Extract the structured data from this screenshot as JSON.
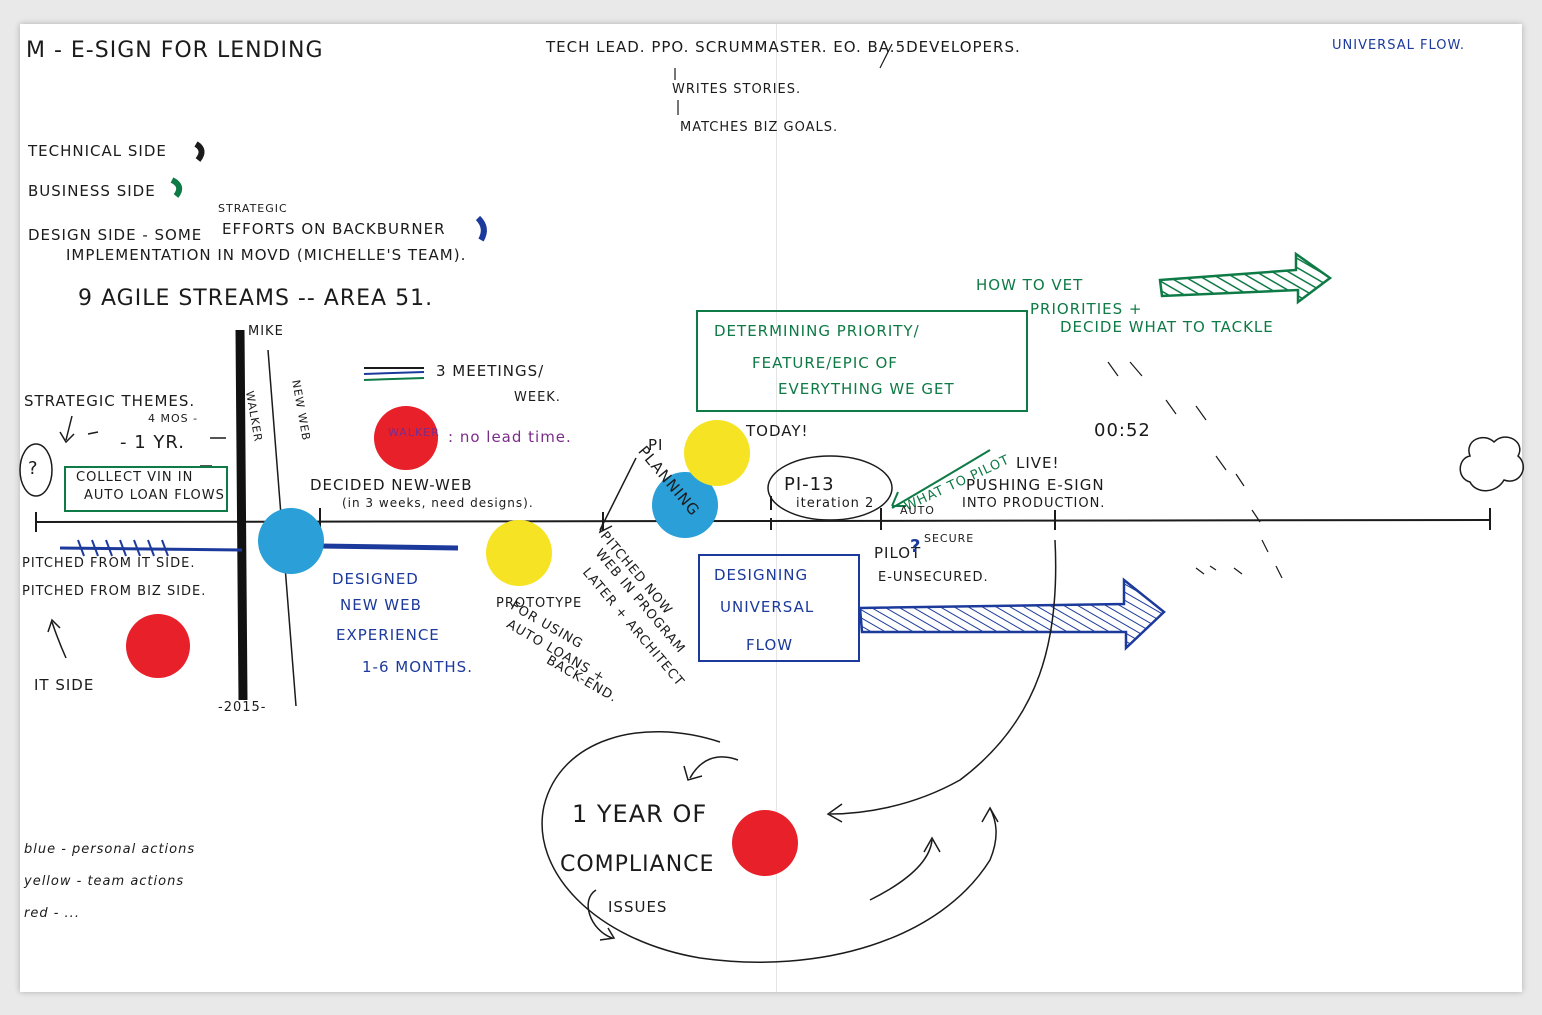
{
  "colors": {
    "black": "#1b1b1b",
    "green": "#0e7a45",
    "blue": "#1c3a9c",
    "purple": "#7b2c8a",
    "dot_red": "#e8202a",
    "dot_yellow": "#f6e323",
    "dot_blue": "#2a9fd8"
  },
  "header": {
    "title": "M - E-SIGN FOR LENDING",
    "team": "TECH LEAD. PPO. SCRUMMASTER. EO. BA.5DEVELOPERS.",
    "po_writes": "WRITES STORIES.",
    "po_matches": "MATCHES BIZ GOALS.",
    "universal_flow": "UNIVERSAL FLOW."
  },
  "sides": {
    "technical": "TECHNICAL SIDE",
    "business": "BUSINESS SIDE",
    "design_prefix": "DESIGN SIDE - SOME",
    "design_strategic": "STRATEGIC",
    "design_suffix": "EFFORTS ON BACKBURNER",
    "design_line2": "IMPLEMENTATION IN MOVD (MICHELLE'S TEAM).",
    "agile": "9 AGILE STREAMS -- AREA 51."
  },
  "left": {
    "strategic_themes": "STRATEGIC THEMES.",
    "duration_a": "4 MOS -",
    "duration_b": "- 1 YR.",
    "question": "?",
    "collect_vin_1": "COLLECT VIN IN",
    "collect_vin_2": "AUTO LOAN FLOWS",
    "pitched_it": "PITCHED FROM IT SIDE.",
    "pitched_biz": "PITCHED FROM BIZ SIDE.",
    "it_side": "IT SIDE"
  },
  "mike": {
    "label": "MIKE",
    "walker": "WALKER",
    "new_web": "NEW WEB",
    "year": "-2015-"
  },
  "middle": {
    "meetings_1": "3 MEETINGS/",
    "meetings_2": "WEEK.",
    "red_dot_text": "WALKER",
    "no_lead_time": ": no lead time.",
    "decided_1": "DECIDED NEW-WEB",
    "decided_2": "(in 3 weeks, need designs).",
    "designed_1": "DESIGNED",
    "designed_2": "NEW WEB",
    "designed_3": "EXPERIENCE",
    "designed_4": "1-6 MONTHS.",
    "prototype_1": "PROTOTYPE",
    "prototype_2": "FOR USING",
    "prototype_3": "AUTO LOANS +",
    "prototype_4": "BACK-END.",
    "pi_planning_1": "PI",
    "pi_planning_2": "PLANNING",
    "pitched_now_1": "PITCHED NOW",
    "pitched_now_2": "WEB IN PROGRAM",
    "pitched_now_3": "LATER + ARCHITECT"
  },
  "right": {
    "priority_1": "DETERMINING PRIORITY/",
    "priority_2": "FEATURE/EPIC OF",
    "priority_3": "EVERYTHING WE GET",
    "how_vet_1": "HOW TO VET",
    "how_vet_2": "PRIORITIES +",
    "how_vet_3": "DECIDE WHAT TO TACKLE",
    "today": "TODAY!",
    "pi13": "PI-13",
    "iteration": "iteration 2",
    "what_pilot": "WHAT TO PILOT",
    "auto": "AUTO",
    "secure": "SECURE",
    "pilot": "PILOT",
    "q_mark": "?",
    "e_unsecured": "E-UNSECURED.",
    "live": "LIVE!",
    "pushing_1": "PUSHING E-SIGN",
    "pushing_2": "INTO PRODUCTION.",
    "time": "00:52",
    "designing_1": "DESIGNING",
    "designing_2": "UNIVERSAL",
    "designing_3": "FLOW"
  },
  "bottom": {
    "compliance_1": "1 YEAR OF",
    "compliance_2": "COMPLIANCE",
    "compliance_3": "ISSUES"
  },
  "legend": {
    "blue": "blue - personal actions",
    "yellow": "yellow - team actions",
    "red": "red - ..."
  }
}
